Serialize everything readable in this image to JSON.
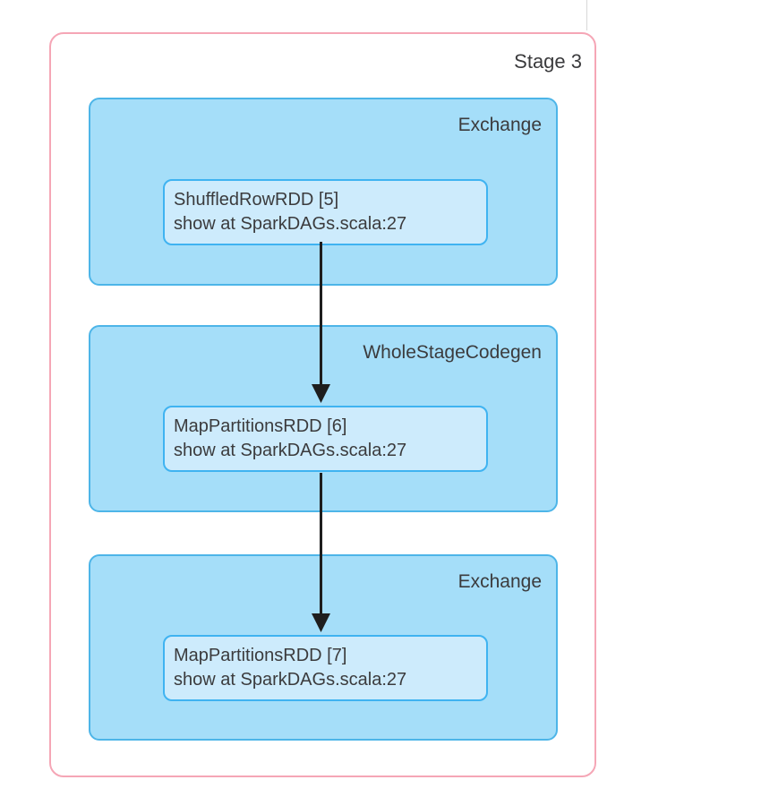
{
  "stage": {
    "label": "Stage 3",
    "groups": [
      {
        "label": "Exchange",
        "node": {
          "line1": "ShuffledRowRDD [5]",
          "line2": "show at SparkDAGs.scala:27"
        }
      },
      {
        "label": "WholeStageCodegen",
        "node": {
          "line1": "MapPartitionsRDD [6]",
          "line2": "show at SparkDAGs.scala:27"
        }
      },
      {
        "label": "Exchange",
        "node": {
          "line1": "MapPartitionsRDD [7]",
          "line2": "show at SparkDAGs.scala:27"
        }
      }
    ]
  },
  "edges": [
    {
      "from": "ShuffledRowRDD [5]",
      "to": "MapPartitionsRDD [6]"
    },
    {
      "from": "MapPartitionsRDD [6]",
      "to": "MapPartitionsRDD [7]"
    }
  ],
  "colors": {
    "stage-border": "#f5a6b6",
    "group-bg": "#a5def9",
    "group-border": "#4db5e8",
    "node-bg": "#cdebfc",
    "node-border": "#3fb3f1",
    "text": "#3b3b3d",
    "arrow": "#1e1e1e",
    "artifact": "#d8d8d8"
  }
}
